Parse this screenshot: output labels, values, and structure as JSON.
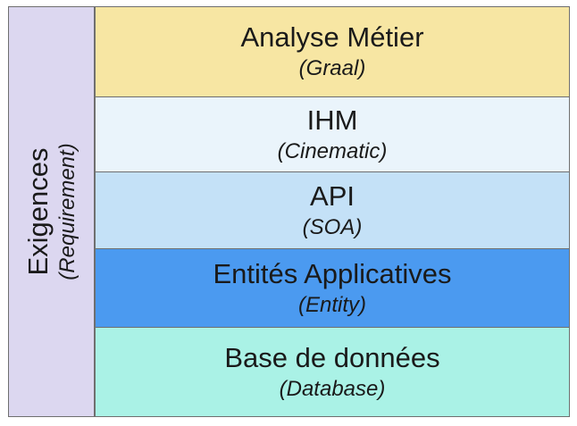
{
  "sidebar": {
    "title": "Exigences",
    "subtitle": "(Requirement)",
    "color": "#dcd7f0"
  },
  "layers": [
    {
      "title": "Analyse Métier",
      "subtitle": "(Graal)",
      "color": "#f7e6a3"
    },
    {
      "title": "IHM",
      "subtitle": "(Cinematic)",
      "color": "#eaf4fb"
    },
    {
      "title": "API",
      "subtitle": "(SOA)",
      "color": "#c4e1f7"
    },
    {
      "title": "Entités Applicatives",
      "subtitle": "(Entity)",
      "color": "#4b9af0"
    },
    {
      "title": "Base de données",
      "subtitle": "(Database)",
      "color": "#aaf2e6"
    }
  ]
}
